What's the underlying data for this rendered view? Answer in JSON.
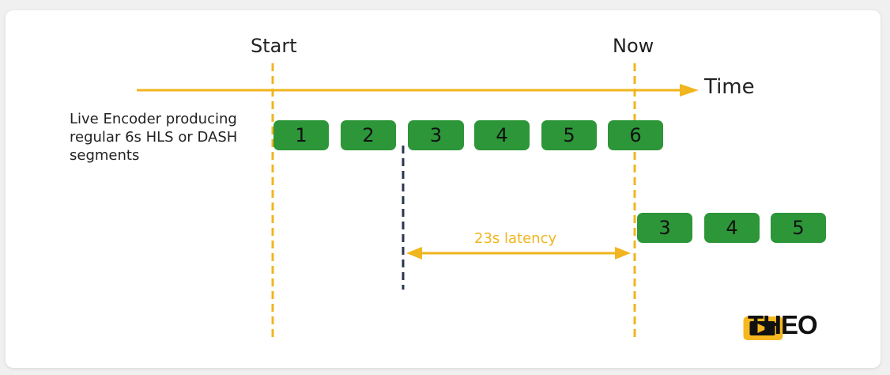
{
  "markers": {
    "start": "Start",
    "now": "Now"
  },
  "time_axis": {
    "label": "Time"
  },
  "encoder_description": {
    "lines": [
      "Live Encoder producing",
      "regular 6s HLS or DASH",
      "segments"
    ]
  },
  "encoder_segments": [
    "1",
    "2",
    "3",
    "4",
    "5",
    "6"
  ],
  "player_segments": [
    "3",
    "4",
    "5"
  ],
  "latency": {
    "label": "23s latency"
  },
  "logo": {
    "text": "THEO"
  },
  "colors": {
    "axis": "#f0b51f",
    "segment": "#2c9638",
    "playback_line": "#2a3550"
  }
}
